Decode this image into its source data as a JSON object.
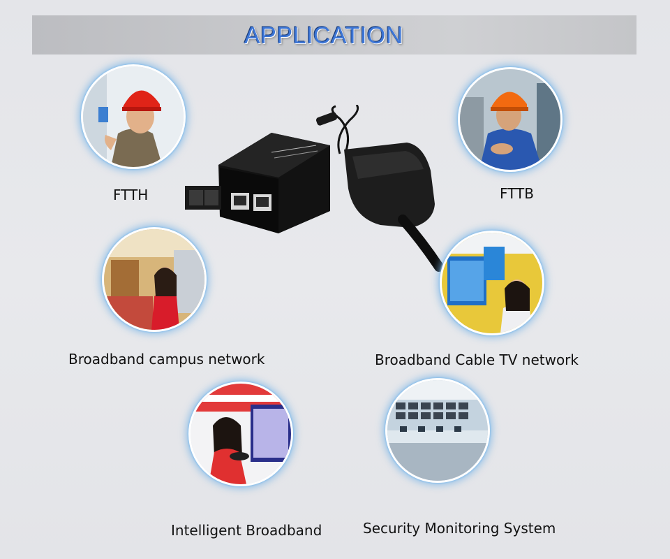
{
  "header": {
    "title": "APPLICATION"
  },
  "applications": [
    {
      "label": "FTTH"
    },
    {
      "label": "FTTB"
    },
    {
      "label": "Broadband campus network"
    },
    {
      "label": "Broadband Cable TV network"
    },
    {
      "label": "Intelligent Broadband"
    },
    {
      "label": "Security Monitoring System"
    }
  ],
  "colors": {
    "title": "#3d76d6",
    "ring_glow": "#7ab4e6",
    "banner": "#c6c7ca"
  }
}
